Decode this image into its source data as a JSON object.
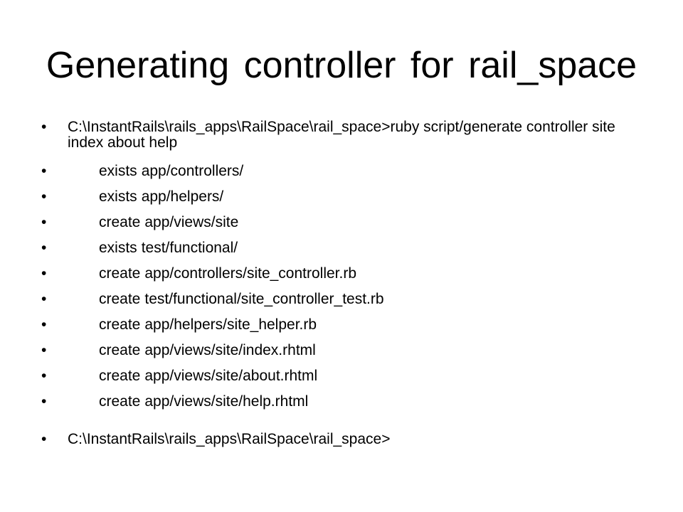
{
  "slide": {
    "title": "Generating controller for rail_space",
    "bullet_glyph": "•",
    "command": "C:\\InstantRails\\rails_apps\\RailSpace\\rail_space>ruby script/generate controller site index about help",
    "output": [
      {
        "action": "exists",
        "path": "app/controllers/"
      },
      {
        "action": "exists",
        "path": "app/helpers/"
      },
      {
        "action": "create",
        "path": "app/views/site"
      },
      {
        "action": "exists",
        "path": "test/functional/"
      },
      {
        "action": "create",
        "path": "app/controllers/site_controller.rb"
      },
      {
        "action": "create",
        "path": "test/functional/site_controller_test.rb"
      },
      {
        "action": "create",
        "path": "app/helpers/site_helper.rb"
      },
      {
        "action": "create",
        "path": "app/views/site/index.rhtml"
      },
      {
        "action": "create",
        "path": "app/views/site/about.rhtml"
      },
      {
        "action": "create",
        "path": "app/views/site/help.rhtml"
      }
    ],
    "prompt": "C:\\InstantRails\\rails_apps\\RailSpace\\rail_space>"
  }
}
